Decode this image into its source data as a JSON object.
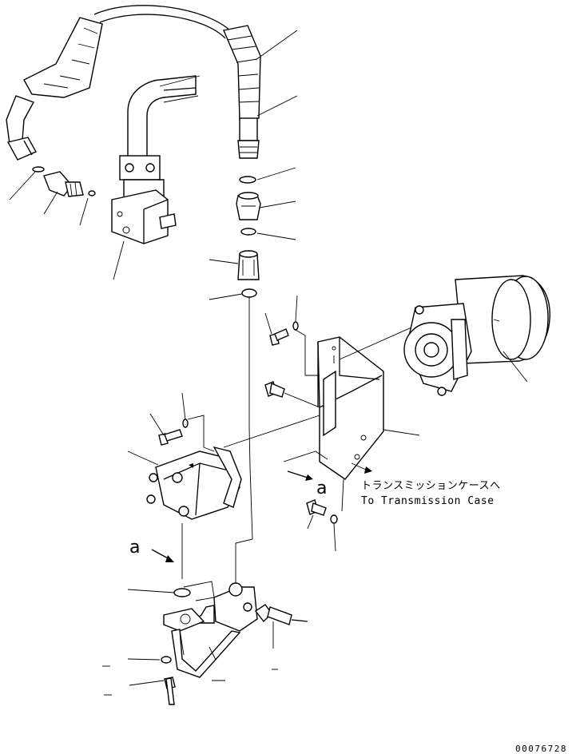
{
  "callouts": {
    "label_a": "a",
    "dest_jp": "トランスミッションケースへ",
    "dest_en": "To Transmission Case"
  },
  "drawing_id": "00076728"
}
